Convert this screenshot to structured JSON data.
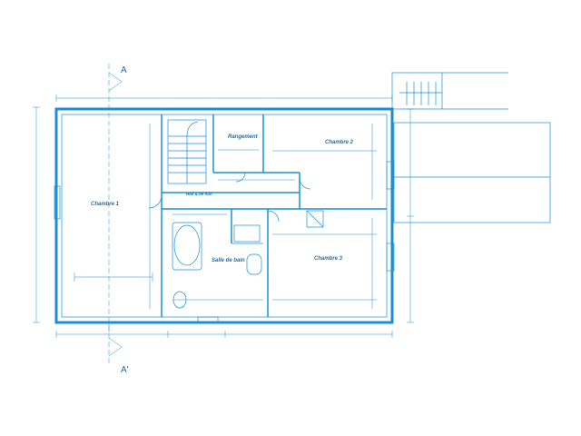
{
  "rooms": {
    "chambre1": "Chambre 1",
    "rangement": "Rangement",
    "chambre2": "Chambre 2",
    "hall": "Hall & de nuit",
    "salle_de_bain": "Salle de bain",
    "chambre3": "Chambre 3"
  },
  "section_marks": {
    "top": "A",
    "bottom": "A'"
  },
  "colors": {
    "line": "#1a8fd8",
    "text": "#1a6fb0",
    "background": "#ffffff"
  }
}
